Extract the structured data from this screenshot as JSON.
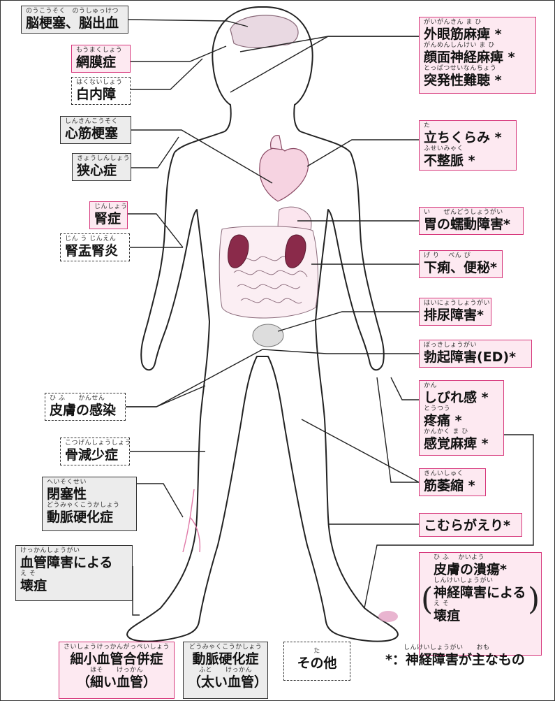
{
  "colors": {
    "pink_border": "#d6357a",
    "pink_fill": "#fde9f1",
    "gray_fill": "#ececec",
    "organ_pink": "#f6d3e1",
    "kidney": "#8a2a4a"
  },
  "labels": {
    "brain": {
      "ruby": "のうこうそく　のうしゅっけつ",
      "text": "脳梗塞、脳出血"
    },
    "retina": {
      "ruby": "もうまくしょう",
      "text": "網膜症"
    },
    "cataract": {
      "ruby": "はくないしょう",
      "text": "白内障"
    },
    "mi": {
      "ruby": "しんきんこうそく",
      "text": "心筋梗塞"
    },
    "angina": {
      "ruby": "きょうしんしょう",
      "text": "狭心症"
    },
    "nephropathy": {
      "ruby": "じんしょう",
      "text": "腎症"
    },
    "pyelonephritis": {
      "ruby": "じん う じんえん",
      "text": "腎盂腎炎"
    },
    "skin_infection": {
      "ruby": "ひ ふ　　かんせん",
      "text": "皮膚の感染"
    },
    "osteopenia": {
      "ruby": "こつげんしょうしょう",
      "text": "骨減少症"
    },
    "pad1": {
      "ruby": "へいそくせい",
      "text": "閉塞性"
    },
    "pad2": {
      "ruby": "どうみゃくこうかしょう",
      "text": "動脈硬化症"
    },
    "gangrene_vasc1": {
      "ruby": "けっかんしょうがい",
      "text": "血管障害による"
    },
    "gangrene_vasc2": {
      "ruby": "え そ",
      "text": "壊疽"
    },
    "ocular_palsy": {
      "ruby": "がいがんきん ま ひ",
      "text": "外眼筋麻痺 *"
    },
    "facial_palsy": {
      "ruby": "がんめんしんけい ま ひ",
      "text": "顔面神経麻痺 *"
    },
    "deafness": {
      "ruby": "とっぱつせいなんちょう",
      "text": "突発性難聴 *"
    },
    "orthostatic": {
      "ruby": "た",
      "text": "立ちくらみ *"
    },
    "arrhythmia": {
      "ruby": "ふせいみゃく",
      "text": "不整脈 *"
    },
    "gastro": {
      "ruby": "い　　ぜんどうしょうがい",
      "text": "胃の蠕動障害*"
    },
    "bowel": {
      "ruby": "げ り　 べん ぴ",
      "text": "下痢、便秘*"
    },
    "urinary": {
      "ruby": "はいにょうしょうがい",
      "text": "排尿障害*"
    },
    "ed": {
      "ruby": "ぼっきしょうがい",
      "text": "勃起障害(ED)*"
    },
    "numbness": {
      "ruby": "かん",
      "text": "しびれ感 *"
    },
    "pain": {
      "ruby": "とうつう",
      "text": "疼痛 *"
    },
    "sensory_palsy": {
      "ruby": "かんかく ま ひ",
      "text": "感覚麻痺 *"
    },
    "atrophy": {
      "ruby": "きんいしゅく",
      "text": "筋萎縮 *"
    },
    "cramps": {
      "ruby": "",
      "text": "こむらがえり*"
    },
    "ulcer": {
      "ruby": "ひ ふ　 かいよう",
      "text": "皮膚の潰瘍*"
    },
    "gangrene_nerve1": {
      "ruby": "しんけいしょうがい",
      "text": "神経障害による"
    },
    "gangrene_nerve2": {
      "ruby": "え そ",
      "text": "壊疽"
    }
  },
  "legend": {
    "micro": {
      "ruby": "さいしょうけっかんがっぺいしょう",
      "text": "細小血管合併症",
      "sub_ruby": "ほそ　　けっかん",
      "sub": "（細い血管）"
    },
    "macro": {
      "ruby": "どうみゃくこうかしょう",
      "text": "動脈硬化症",
      "sub_ruby": "ふと　　けっかん",
      "sub": "（太い血管）"
    },
    "other": {
      "ruby": "た",
      "text": "その他"
    },
    "note_ruby": "しんけいしょうがい　　おも",
    "note": "*：神経障害が主なもの"
  }
}
